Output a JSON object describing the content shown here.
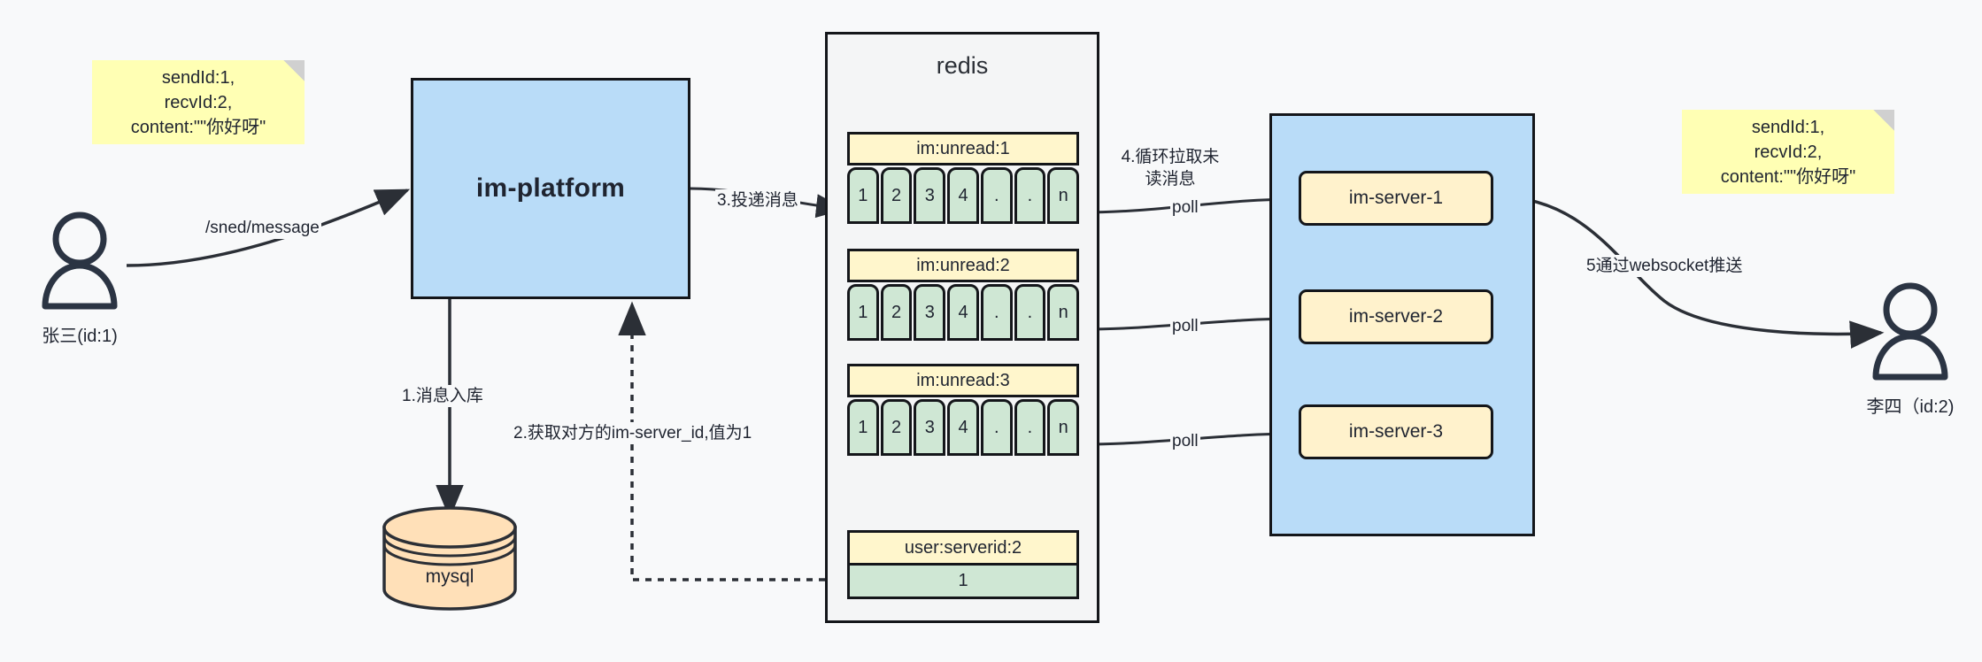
{
  "diagram": {
    "title": "IM message delivery architecture",
    "colors": {
      "background": "#f8f9fa",
      "note_yellow": "#ffffb4",
      "platform_blue": "#b9dcf8",
      "key_yellow": "#fff6cc",
      "value_green": "#cfe7d4",
      "db_orange": "#ffe0b8",
      "stroke": "#14161a"
    }
  },
  "notes": {
    "left": {
      "name": "message-payload-note-left",
      "lines": [
        "sendId:1,",
        "recvId:2,",
        "content:\"\"你好呀\""
      ]
    },
    "right": {
      "name": "message-payload-note-right",
      "lines": [
        "sendId:1,",
        "recvId:2,",
        "content:\"\"你好呀\""
      ]
    }
  },
  "actors": {
    "sender": {
      "name": "张三(id:1)",
      "icon": "person-icon"
    },
    "receiver": {
      "name": "李四（id:2)",
      "icon": "person-icon"
    }
  },
  "platform": {
    "label": "im-platform"
  },
  "database": {
    "label": "mysql",
    "icon": "database-cylinder-icon"
  },
  "redis": {
    "title": "redis",
    "lists": [
      {
        "key": "im:unread:1",
        "cells": [
          "1",
          "2",
          "3",
          "4",
          ".",
          ".",
          "n"
        ]
      },
      {
        "key": "im:unread:2",
        "cells": [
          "1",
          "2",
          "3",
          "4",
          ".",
          ".",
          "n"
        ]
      },
      {
        "key": "im:unread:3",
        "cells": [
          "1",
          "2",
          "3",
          "4",
          ".",
          ".",
          "n"
        ]
      }
    ],
    "kv": {
      "key": "user:serverid:2",
      "value": "1"
    }
  },
  "servers": {
    "items": [
      {
        "label": "im-server-1"
      },
      {
        "label": "im-server-2"
      },
      {
        "label": "im-server-3"
      }
    ]
  },
  "edges": {
    "send_message": "/sned/message",
    "step1": "1.消息入库",
    "step2": "2.获取对方的im-server_id,值为1",
    "step3": "3.投递消息",
    "step4": "4.循环拉取未读消息",
    "step5": "5通过websocket推送",
    "poll1": "poll",
    "poll2": "poll",
    "poll3": "poll"
  }
}
